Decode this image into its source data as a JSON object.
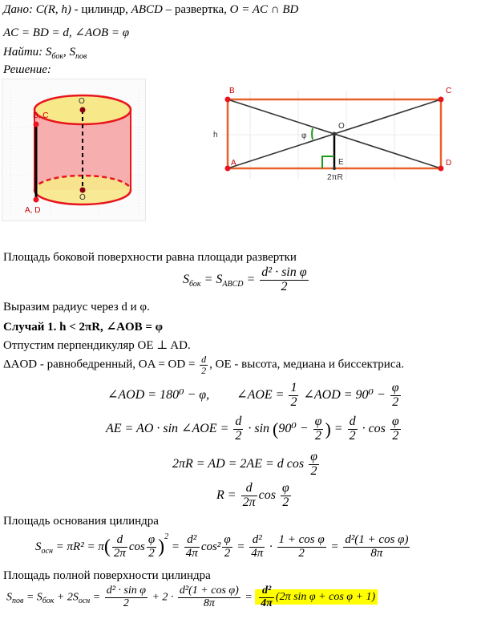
{
  "given": {
    "label": "Дано",
    "cylinder": "C(R, h)",
    "cyl_word": "- цилиндр,",
    "abcd": "ABCD",
    "dev_word": "– развертка,",
    "o_def": "O = AC ∩ BD",
    "eqs": "AC = BD = d, ∠AOB = φ"
  },
  "find": {
    "label": "Найти",
    "s_side": "S",
    "s_side_sub": "бок",
    "s_full": "S",
    "s_full_sub": "пов"
  },
  "solution_label": "Решение:",
  "cylinder_pts": {
    "bc": "B, C",
    "ad": "A, D",
    "o_top": "O",
    "o_bot": "O"
  },
  "development_pts": {
    "b": "B",
    "c": "C",
    "a": "A",
    "d": "D",
    "o": "O",
    "e": "E",
    "h": "h",
    "phi": "φ",
    "base": "2πR"
  },
  "text1": "Площадь боковой поверхности равна площади развертки",
  "f1_lhs": "S",
  "f1_lhs_sub": "бок",
  "f1_mid": "= S",
  "f1_mid_sub": "ABCD",
  "f1_eq": "=",
  "f1_num": "d² · sin φ",
  "f1_den": "2",
  "text2": "Выразим радиус через d и φ.",
  "case1": "Случай 1. h < 2πR, ∠AOB = φ",
  "text3": "Отпустим перпендикуляр OE ⊥ AD.",
  "text4_a": "ΔAOD - равнобедренный, OA = OD =",
  "text4_num": "d",
  "text4_den": "2",
  "text4_b": ", OE - высота, медиана и биссектриса.",
  "f2_a": "∠AOD = 180⁰ − φ,",
  "f2_b": "∠AOE =",
  "f2_b_num": "1",
  "f2_b_den": "2",
  "f2_c": "∠AOD = 90⁰ −",
  "f2_c_num": "φ",
  "f2_c_den": "2",
  "f3_a": "AE = AO · sin ∠AOE =",
  "f3_n1": "d",
  "f3_d1": "2",
  "f3_b": "· sin",
  "f3_c": "90⁰ −",
  "f3_n2": "φ",
  "f3_d2": "2",
  "f3_d": "=",
  "f3_n3": "d",
  "f3_d3": "2",
  "f3_e": "· cos",
  "f3_n4": "φ",
  "f3_d4": "2",
  "f4_a": "2πR = AD = 2AE = d  cos",
  "f4_n": "φ",
  "f4_d": "2",
  "f5_a": "R =",
  "f5_n": "d",
  "f5_d": "2π",
  "f5_b": "cos",
  "f5_n2": "φ",
  "f5_d2": "2",
  "text5": "Площадь основания цилиндра",
  "f6_lhs": "S",
  "f6_lhs_sub": "осн",
  "f6_a": "= πR² = π",
  "f6_n1": "d",
  "f6_d1": "2π",
  "f6_b": "cos",
  "f6_n2": "φ",
  "f6_d2": "2",
  "f6_sq": "2",
  "f6_c": "=",
  "f6_n3": "d²",
  "f6_d3": "4π",
  "f6_d": "cos²",
  "f6_n4": "φ",
  "f6_d4": "2",
  "f6_e": "=",
  "f6_n5": "d²",
  "f6_d5": "4π",
  "f6_f": "·",
  "f6_n6": "1 + cos φ",
  "f6_d6": "2",
  "f6_g": "=",
  "f6_n7": "d²(1 + cos φ)",
  "f6_d7": "8π",
  "text6": "Площадь полной поверхности цилиндра",
  "f7_lhs": "S",
  "f7_lhs_sub": "пов",
  "f7_a": "= S",
  "f7_a_sub": "бок",
  "f7_b": "+ 2S",
  "f7_b_sub": "осн",
  "f7_c": "=",
  "f7_n1": "d² · sin φ",
  "f7_d1": "2",
  "f7_d": "+ 2 ·",
  "f7_n2": "d²(1 + cos φ)",
  "f7_d2": "8π",
  "f7_e": "=",
  "f7_n3": "d²",
  "f7_d3": "4π",
  "f7_f": "(2π sin φ + cos φ + 1)",
  "colors": {
    "rect": "#e8602a",
    "cyl_fill": "#f4a0a0",
    "cyl_top": "#f7e88a",
    "point": "#e8141e",
    "diag": "#333333",
    "right_angle": "#1a9a1a",
    "highlight": "#ffff00"
  }
}
